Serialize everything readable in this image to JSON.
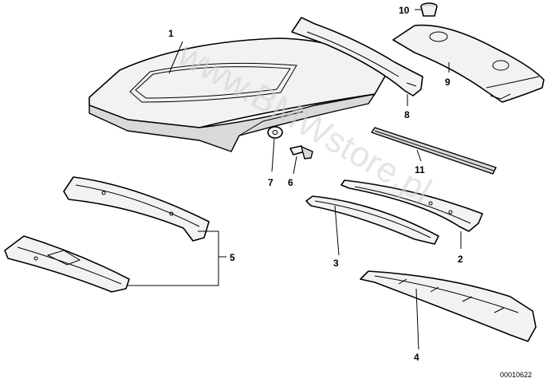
{
  "callouts": {
    "c1": "1",
    "c2": "2",
    "c3": "3",
    "c4": "4",
    "c5": "5",
    "c6": "6",
    "c7": "7",
    "c8": "8",
    "c9": "9",
    "c10": "10",
    "c11": "11"
  },
  "watermark": "www.BMWstore.pl",
  "diagram_number": "00010622"
}
